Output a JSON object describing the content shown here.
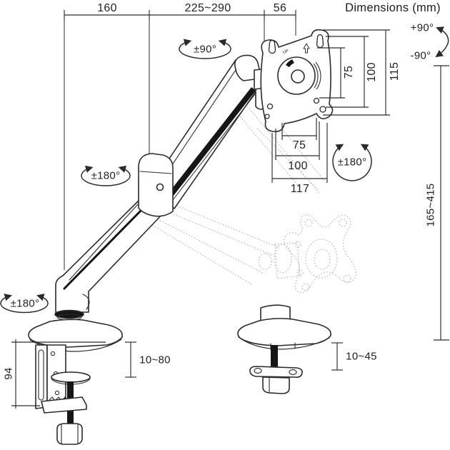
{
  "title": "Dimensions (mm)",
  "top_dims": {
    "reach_base": "160",
    "reach_arm": "225~290",
    "reach_head": "56"
  },
  "vesa_dims": {
    "v75": "75",
    "v100": "100",
    "v115": "115",
    "h75": "75",
    "h100": "100",
    "h117": "117",
    "up": "UP"
  },
  "rotation": {
    "head_swivel": "±90°",
    "tilt_up": "+90°",
    "tilt_down": "-90°",
    "plate_rotate": "±180°",
    "elbow_swivel": "±180°",
    "base_swivel": "±180°"
  },
  "ranges": {
    "height": "165~415",
    "clamp_height": "94",
    "clamp_desk_thickness": "10~80",
    "grommet_desk_thickness": "10~45"
  },
  "colors": {
    "line": "#2b2b2b",
    "ghost": "#b3b3b3",
    "fill_black": "#161616",
    "background": "#ffffff"
  }
}
